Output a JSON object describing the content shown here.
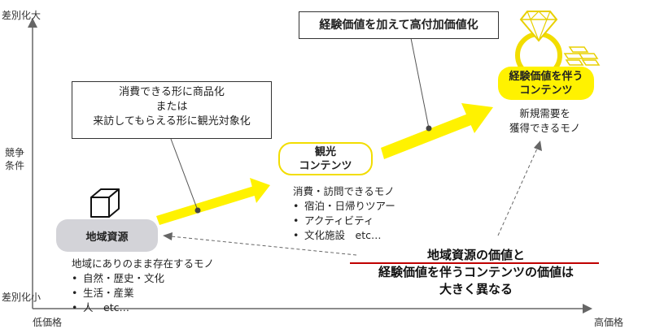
{
  "axes": {
    "y_top": "差別化大",
    "y_mid_line1": "競争",
    "y_mid_line2": "条件",
    "y_bottom": "差別化小",
    "x_left": "低価格",
    "x_right": "高価格"
  },
  "callout_left": {
    "line1": "消費できる形に商品化",
    "line2": "または",
    "line3": "来訪してもらえる形に観光対象化"
  },
  "callout_right": {
    "text": "経験価値を加えて高付加価値化"
  },
  "resource": {
    "label": "地域資源",
    "desc": "地域にありのまま存在するモノ",
    "items": [
      "自然・歴史・文化",
      "生活・産業",
      "人　etc…"
    ]
  },
  "tourism": {
    "line1": "観光",
    "line2": "コンテンツ",
    "desc": "消費・訪問できるモノ",
    "items": [
      "宿泊・日帰りツアー",
      "アクティビティ",
      "文化施設　etc…"
    ]
  },
  "experience": {
    "line1": "経験価値を伴う",
    "line2": "コンテンツ",
    "desc_line1": "新規需要を",
    "desc_line2": "獲得できるモノ"
  },
  "conclusion": {
    "line1": "地域資源の価値と",
    "line2": "経験価値を伴うコンテンツの価値は",
    "line3": "大きく異なる"
  },
  "colors": {
    "accent_yellow": "#fff200",
    "outline_yellow": "#f2dd00",
    "gray_pill": "#d3d3d8",
    "underline_red": "#c00000"
  }
}
